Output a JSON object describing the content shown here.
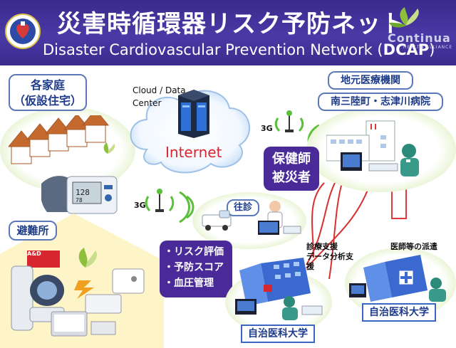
{
  "header": {
    "title_jp": "災害時循環器リスク予防ネット",
    "title_en_main": "Disaster Cardiovascular Prevention Network (",
    "title_en_abbr": "DCAP",
    "title_en_end": ")",
    "partner_logo_word": "Continua",
    "partner_logo_sub": "HEALTH ALLIANCE"
  },
  "nodes": {
    "home": {
      "line1": "各家庭",
      "line2": "（仮設住宅）"
    },
    "shelter": {
      "label": "避難所"
    },
    "cloud": {
      "line1": "Cloud / Data",
      "line2": "Center",
      "internet": "Internet"
    },
    "local_medical": {
      "title": "地元医療機関",
      "hospital": "南三陸町・志津川病院"
    },
    "home_visit": {
      "label": "往診"
    },
    "nurse_box": {
      "line1": "保健師",
      "line2": "被災者"
    },
    "services": {
      "items": [
        "・リスク評価",
        "・予防スコア",
        "・血圧管理"
      ]
    },
    "jichi_left": {
      "label": "自治医科大学"
    },
    "jichi_right": {
      "label": "自治医科大学"
    },
    "support": {
      "line1": "診療支援",
      "line2": "データ分析支",
      "line3": "援"
    },
    "dispatch": {
      "label": "医師等の派遣"
    }
  },
  "network_labels": {
    "threeg_a": "3G",
    "threeg_b": "3G"
  },
  "device_label": "A&D"
}
